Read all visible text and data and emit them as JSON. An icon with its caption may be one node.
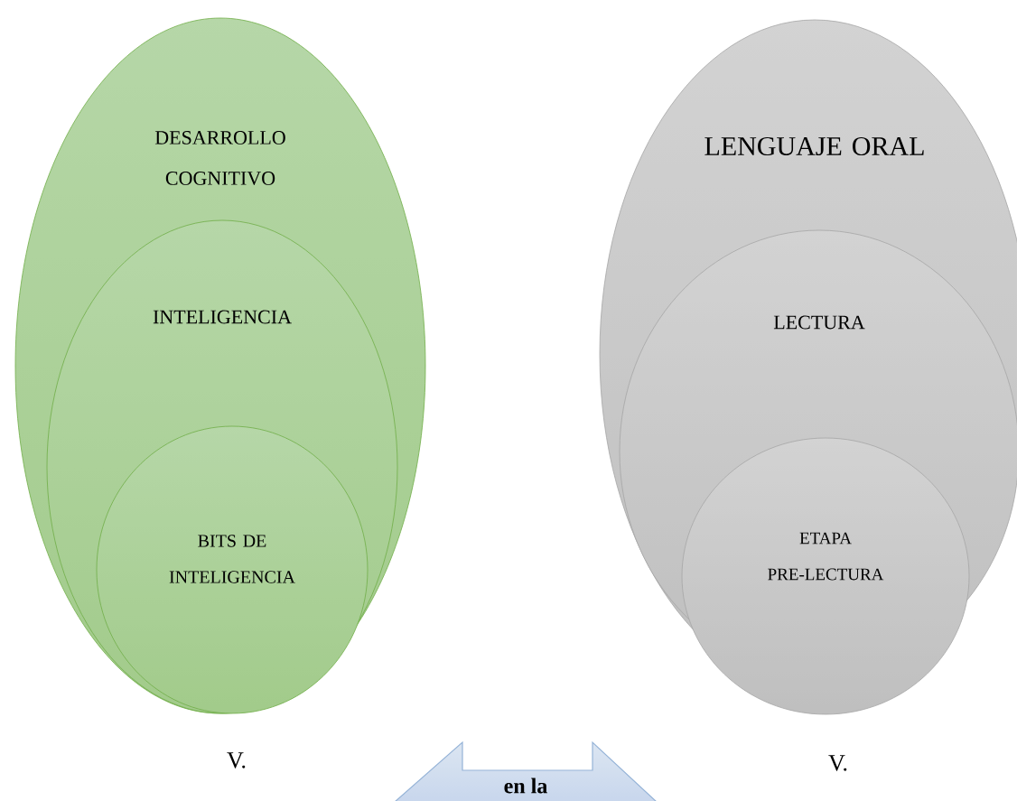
{
  "diagram": {
    "nodes": [
      {
        "text": [
          "DESARROLLO COGNITIVO"
        ]
      },
      {
        "text": [
          "INTELIGENCIA"
        ],
        "in": 0
      },
      {
        "text": [
          "BITS DE INTELIGENCIA"
        ],
        "in": 1
      },
      {
        "text": [
          "LENGUAJE ORAL"
        ]
      },
      {
        "text": [
          "LECTURA"
        ],
        "in": 3
      },
      {
        "text": [
          "ETAPA PRE-LECTURA"
        ]
      },
      {
        "text": [
          "**en la**"
        ]
      }
    ],
    "labels": [
      "V.",
      "V."
    ]
  }
}
